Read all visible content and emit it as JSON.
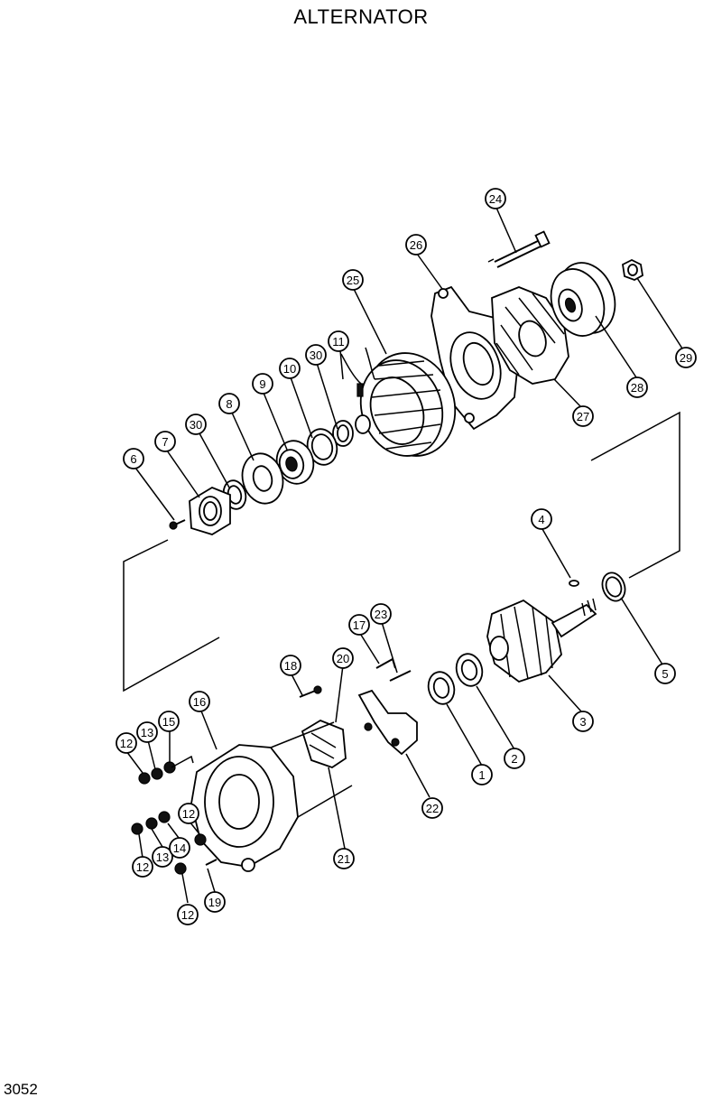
{
  "title": "ALTERNATOR",
  "page_number": "3052",
  "callouts": [
    {
      "id": "c1",
      "text": "1"
    },
    {
      "id": "c2",
      "text": "2"
    },
    {
      "id": "c3",
      "text": "3"
    },
    {
      "id": "c4",
      "text": "4"
    },
    {
      "id": "c5",
      "text": "5"
    },
    {
      "id": "c6",
      "text": "6"
    },
    {
      "id": "c7",
      "text": "7"
    },
    {
      "id": "c8",
      "text": "8"
    },
    {
      "id": "c9",
      "text": "9"
    },
    {
      "id": "c10",
      "text": "10"
    },
    {
      "id": "c11",
      "text": "11"
    },
    {
      "id": "c12a",
      "text": "12"
    },
    {
      "id": "c12b",
      "text": "12"
    },
    {
      "id": "c12c",
      "text": "12"
    },
    {
      "id": "c12d",
      "text": "12"
    },
    {
      "id": "c13a",
      "text": "13"
    },
    {
      "id": "c13b",
      "text": "13"
    },
    {
      "id": "c14",
      "text": "14"
    },
    {
      "id": "c15",
      "text": "15"
    },
    {
      "id": "c16",
      "text": "16"
    },
    {
      "id": "c17",
      "text": "17"
    },
    {
      "id": "c18",
      "text": "18"
    },
    {
      "id": "c19",
      "text": "19"
    },
    {
      "id": "c20",
      "text": "20"
    },
    {
      "id": "c21",
      "text": "21"
    },
    {
      "id": "c22",
      "text": "22"
    },
    {
      "id": "c23",
      "text": "23"
    },
    {
      "id": "c24",
      "text": "24"
    },
    {
      "id": "c25",
      "text": "25"
    },
    {
      "id": "c26",
      "text": "26"
    },
    {
      "id": "c27",
      "text": "27"
    },
    {
      "id": "c28",
      "text": "28"
    },
    {
      "id": "c29",
      "text": "29"
    },
    {
      "id": "c30a",
      "text": "30"
    },
    {
      "id": "c30b",
      "text": "30"
    }
  ]
}
